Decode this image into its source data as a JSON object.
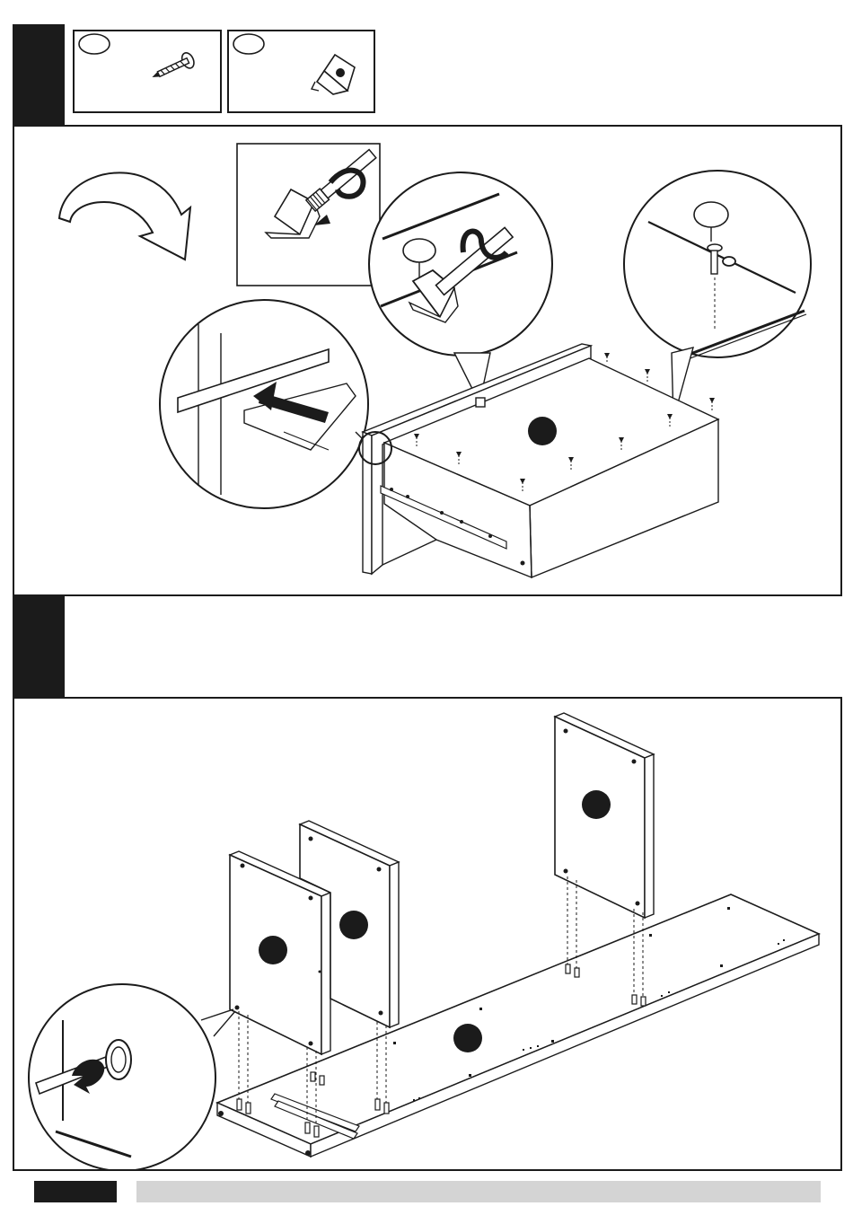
{
  "document": {
    "type": "assembly-instructions",
    "steps": [
      {
        "id": "step-upper",
        "parts": [
          {
            "icon": "screw-icon"
          },
          {
            "icon": "corner-bracket-icon"
          }
        ],
        "illustration": "drawer-box-attached-to-side-panel"
      },
      {
        "id": "step-lower",
        "illustration": "three-vertical-panels-onto-base-panel-with-dowels"
      }
    ],
    "colors": {
      "ink": "#1b1b1b",
      "footer_gray": "#d4d4d4"
    }
  }
}
